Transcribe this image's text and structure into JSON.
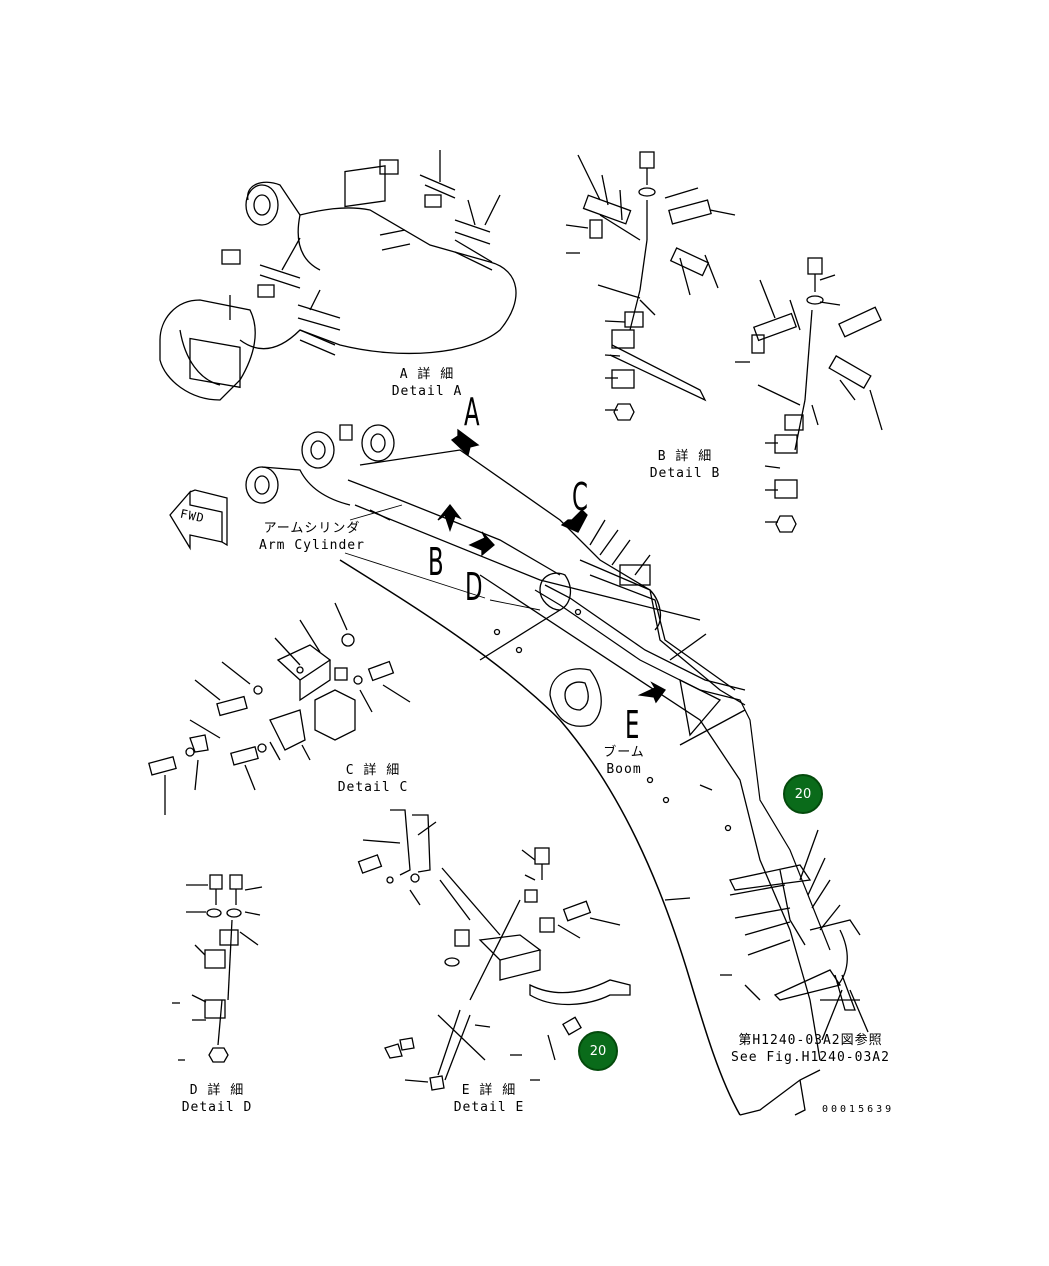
{
  "details": {
    "a": {
      "jp": "A 詳 細",
      "en": "Detail A"
    },
    "b": {
      "jp": "B 詳 細",
      "en": "Detail B"
    },
    "c": {
      "jp": "C 詳 細",
      "en": "Detail C"
    },
    "d": {
      "jp": "D 詳 細",
      "en": "Detail D"
    },
    "e": {
      "jp": "E 詳 細",
      "en": "Detail E"
    }
  },
  "letters": {
    "a": "A",
    "b": "B",
    "c": "C",
    "d": "D",
    "e": "E"
  },
  "arm_cylinder": {
    "jp": "アームシリンダ",
    "en": "Arm Cylinder"
  },
  "boom": {
    "jp": "ブーム",
    "en": "Boom"
  },
  "see_fig": {
    "jp": "第H1240-03A2図参照",
    "en": "See Fig.H1240-03A2"
  },
  "fwd": "FWD",
  "callouts": [
    "20",
    "20"
  ],
  "doc_number": "00015639",
  "colors": {
    "callout_fill": "#0a6b1a",
    "line": "#000000"
  }
}
